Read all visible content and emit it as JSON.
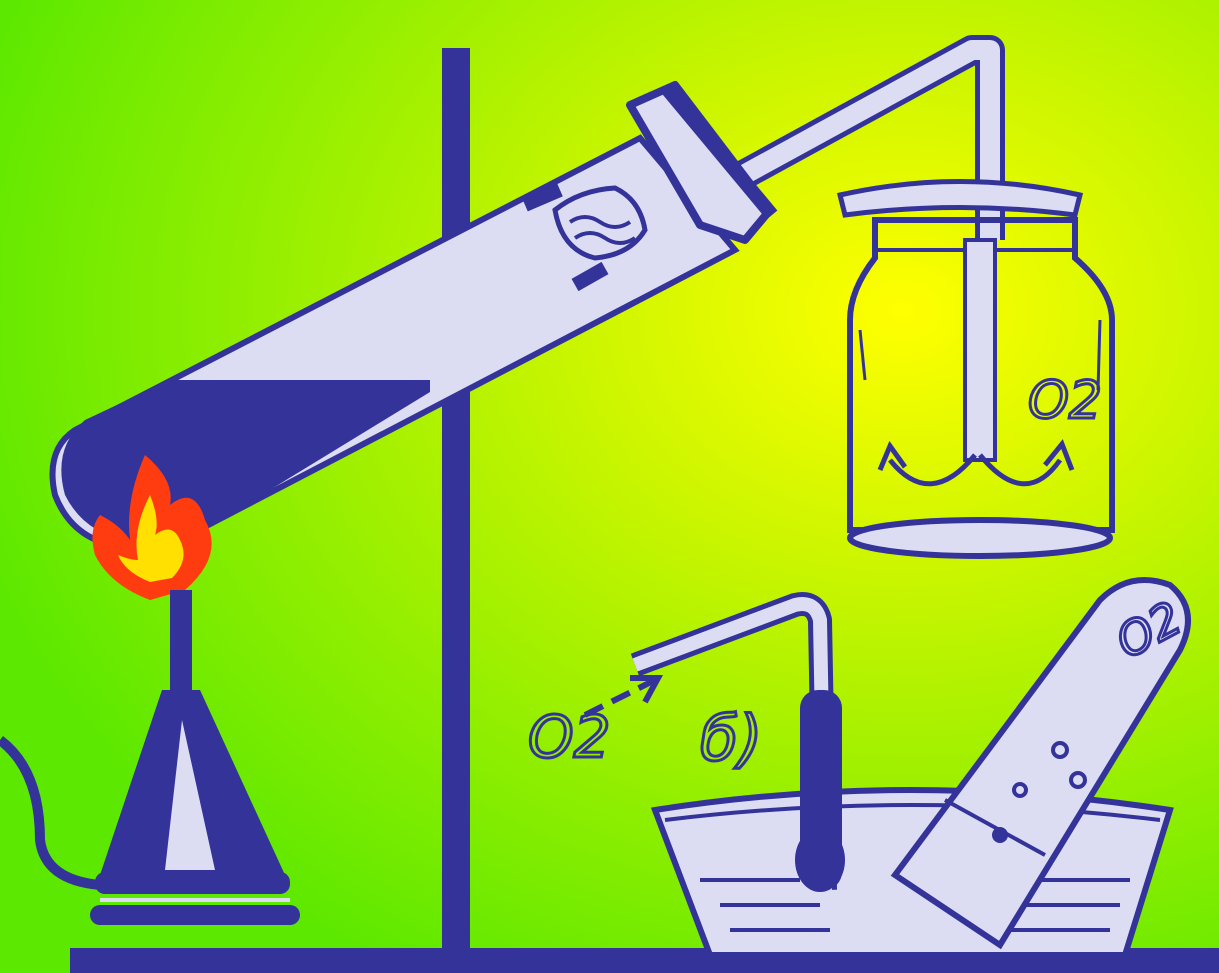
{
  "labels": {
    "jar_gas": "O2",
    "tube_gas": "O2",
    "stream_gas": "O2",
    "panel_letter": "б)"
  },
  "colors": {
    "background_left": "#5ce800",
    "background_center": "#ffff00",
    "ink": "#33339a",
    "glass": "#dcdcf2",
    "flame_outer": "#ff3c0f",
    "flame_inner": "#ffe000"
  }
}
